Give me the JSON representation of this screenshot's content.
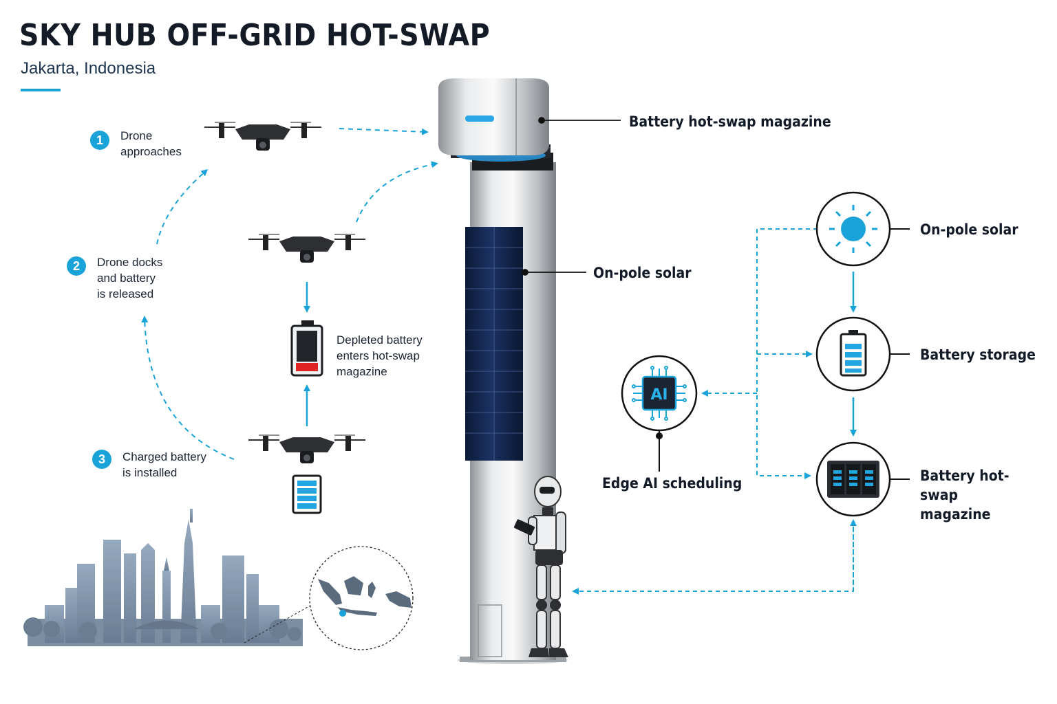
{
  "title": "SKY HUB OFF-GRID HOT-SWAP",
  "subtitle": "Jakarta, Indonesia",
  "steps": [
    {
      "number": "1",
      "text": "Drone\napproaches"
    },
    {
      "number": "2",
      "text": "Drone docks\nand battery\nis released"
    },
    {
      "number": "3",
      "text": "Charged battery\nis installed"
    }
  ],
  "depleted_note": "Depleted battery\nenters hot-swap\nmagazine",
  "pole_callouts": {
    "magazine": "Battery hot-swap magazine",
    "solar": "On-pole solar"
  },
  "system": {
    "solar": "On-pole solar",
    "storage": "Battery storage",
    "magazine": "Battery hot-swap\nmagazine",
    "edge_ai": "Edge AI scheduling",
    "ai_chip_text": "AI"
  },
  "colors": {
    "accent": "#1aa3d9",
    "navy": "#0f1f3d",
    "depleted": "#e02424",
    "skyline": "#7f93aa"
  }
}
